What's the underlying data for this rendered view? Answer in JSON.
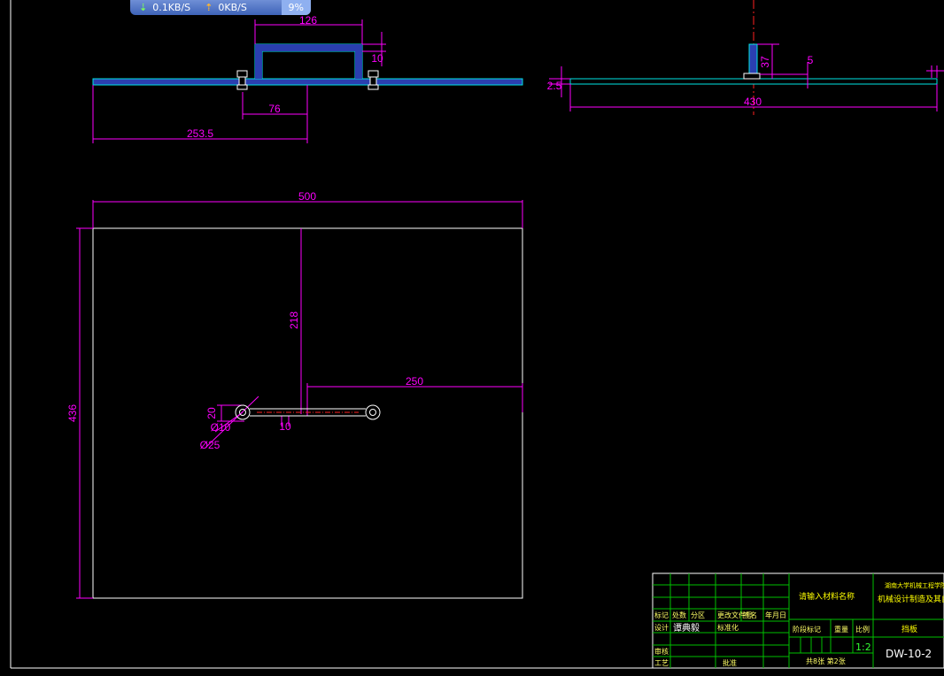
{
  "netmonitor": {
    "down_icon": "arrow-down-icon",
    "down_rate": "0.1KB/S",
    "up_icon": "arrow-up-icon",
    "up_rate": "0KB/S",
    "cpu": "9%"
  },
  "colors": {
    "background": "#000000",
    "outline": "#ffffff",
    "dimension": "#ff00ff",
    "plate": "#2a3fb0",
    "plate_edge": "#00e5e5",
    "centerline": "#ff2020",
    "titleblock_grid": "#00c000"
  },
  "dimensions": {
    "front_top_width": "126",
    "front_height": "10",
    "front_bolt_spacing": "76",
    "front_left_offset": "253.5",
    "side_height": "37",
    "side_flange": "5",
    "side_thickness": "2.5",
    "side_length": "430",
    "top_width": "500",
    "top_height": "436",
    "top_vertical_offset": "218",
    "top_horizontal_offset": "250",
    "link_height": "20",
    "link_width": "10",
    "hole_small": "Ø10",
    "hole_large": "Ø25"
  },
  "titleblock": {
    "material_label": "请输入材料名称",
    "institution": "湖南大学机械工程学院",
    "drawing_title": "机械设计制造及其自动化",
    "scale": "1:2",
    "drawing_number": "DW-10-2",
    "labels": {
      "mark": "标记",
      "count": "处数",
      "zone": "分区",
      "change_doc": "更改文件号",
      "sign": "签名",
      "date": "年月日",
      "design": "设计",
      "designer": "谭典毅",
      "standardize": "标准化",
      "stage_mark": "阶段标记",
      "weight": "重量",
      "ratio": "比例",
      "review": "审核",
      "process": "工艺",
      "approve": "批准",
      "sheets": "共8张 第2张",
      "name": "挡板"
    }
  }
}
